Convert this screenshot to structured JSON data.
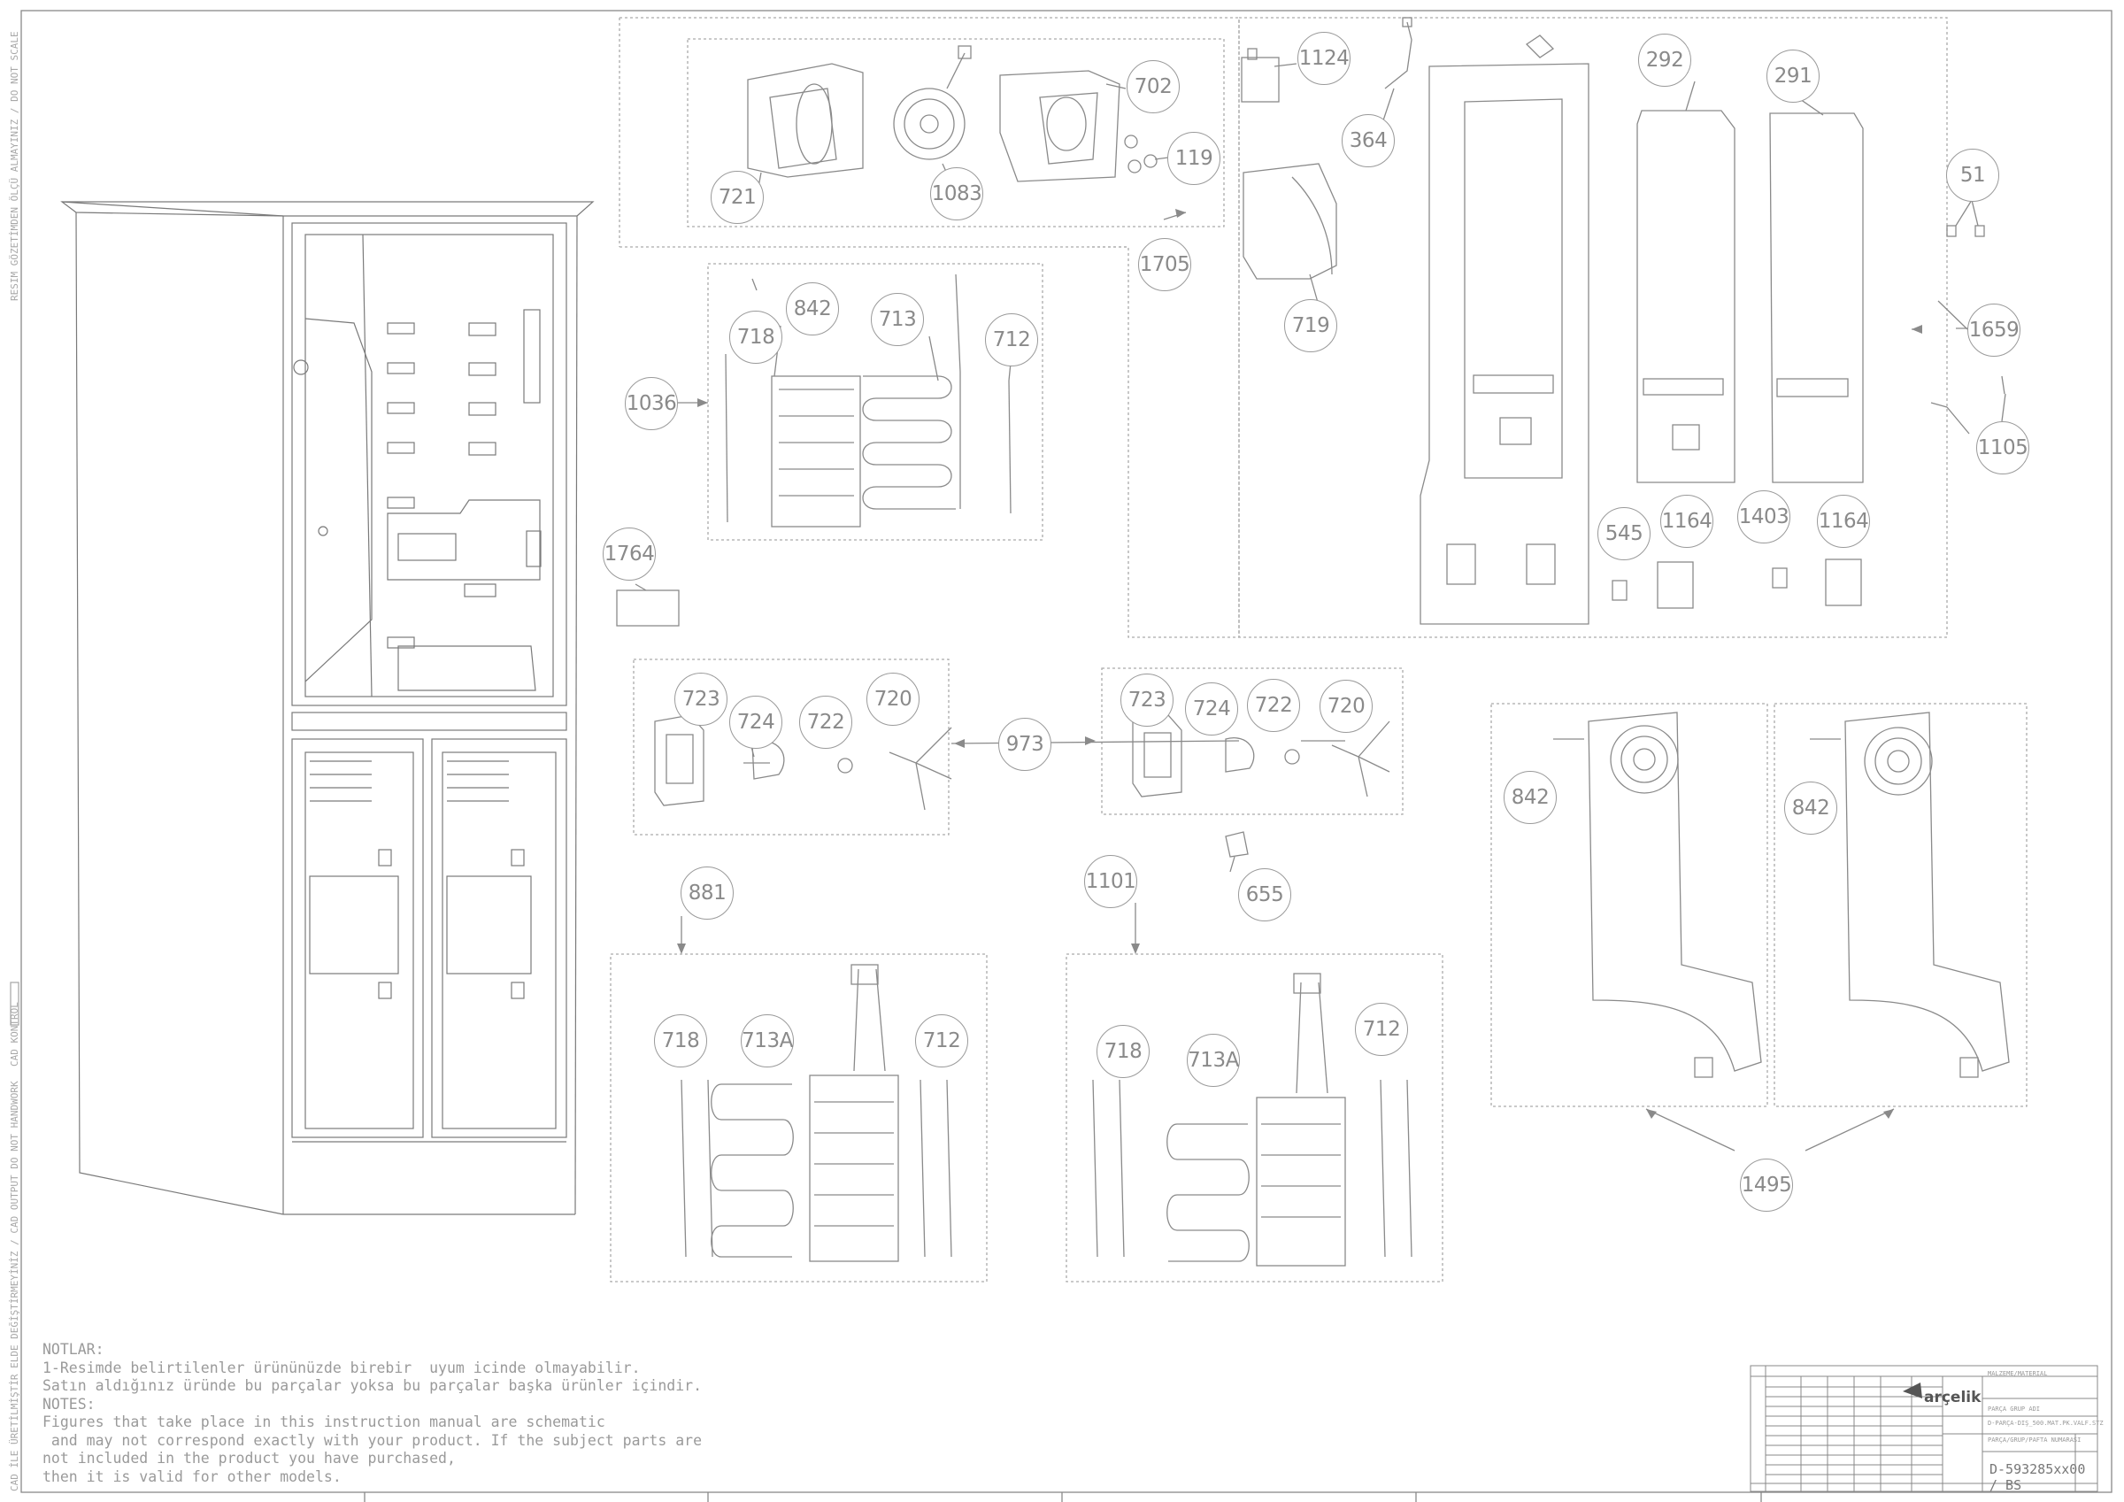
{
  "callouts": [
    {
      "id": "c721",
      "label": "721"
    },
    {
      "id": "c1083",
      "label": "1083"
    },
    {
      "id": "c702",
      "label": "702"
    },
    {
      "id": "c119",
      "label": "119"
    },
    {
      "id": "c1705",
      "label": "1705"
    },
    {
      "id": "c1124",
      "label": "1124"
    },
    {
      "id": "c364",
      "label": "364"
    },
    {
      "id": "c719",
      "label": "719"
    },
    {
      "id": "c292",
      "label": "292"
    },
    {
      "id": "c291",
      "label": "291"
    },
    {
      "id": "c51",
      "label": "51"
    },
    {
      "id": "c1659",
      "label": "1659"
    },
    {
      "id": "c1105",
      "label": "1105"
    },
    {
      "id": "c545",
      "label": "545"
    },
    {
      "id": "c1164a",
      "label": "1164"
    },
    {
      "id": "c1403",
      "label": "1403"
    },
    {
      "id": "c1164b",
      "label": "1164"
    },
    {
      "id": "c842a",
      "label": "842"
    },
    {
      "id": "c718a",
      "label": "718"
    },
    {
      "id": "c713",
      "label": "713"
    },
    {
      "id": "c712a",
      "label": "712"
    },
    {
      "id": "c1036",
      "label": "1036"
    },
    {
      "id": "c1764",
      "label": "1764"
    },
    {
      "id": "c723a",
      "label": "723"
    },
    {
      "id": "c724a",
      "label": "724"
    },
    {
      "id": "c722a",
      "label": "722"
    },
    {
      "id": "c720a",
      "label": "720"
    },
    {
      "id": "c973",
      "label": "973"
    },
    {
      "id": "c723b",
      "label": "723"
    },
    {
      "id": "c724b",
      "label": "724"
    },
    {
      "id": "c722b",
      "label": "722"
    },
    {
      "id": "c720b",
      "label": "720"
    },
    {
      "id": "c655",
      "label": "655"
    },
    {
      "id": "c881",
      "label": "881"
    },
    {
      "id": "c1101",
      "label": "1101"
    },
    {
      "id": "c718b",
      "label": "718"
    },
    {
      "id": "c713Aa",
      "label": "713A"
    },
    {
      "id": "c712b",
      "label": "712"
    },
    {
      "id": "c718c",
      "label": "718"
    },
    {
      "id": "c713Ab",
      "label": "713A"
    },
    {
      "id": "c712c",
      "label": "712"
    },
    {
      "id": "c842b",
      "label": "842"
    },
    {
      "id": "c842c",
      "label": "842"
    },
    {
      "id": "c1495",
      "label": "1495"
    }
  ],
  "notes": {
    "heading_tr": "NOTLAR:",
    "line1": "1-Resimde belirtilenler ürününüzde birebir  uyum icinde olmayabilir.",
    "line2": "Satın aldığınız üründe bu parçalar yoksa bu parçalar başka ürünler içindir.",
    "heading_en": "NOTES:",
    "line3": "Figures that take place in this instruction manual are schematic",
    "line4": " and may not correspond exactly with your product. If the subject parts are",
    "line5": "not included in the product you have purchased,",
    "line6": "then it is valid for other models."
  },
  "side_texts": {
    "top": "RESIM GÖZETİMDEN ÖLÇÜ ALMAYINIZ / DO NOT SCALE",
    "middle": "CAD KONTROL",
    "bottom": "CAD İLE ÜRETİLMİŞTİR ELDE DEĞİŞTİRMEYİNİZ / CAD OUTPUT DO NOT HANDWORK"
  },
  "title_block": {
    "brand": "arçelik",
    "material": "MALZEME/MATERIAL",
    "part_group": "PARÇA GRUP ADI",
    "description": "D-PARÇA-DIŞ_500.MAT.PK.VALF.STZ",
    "part_number_label": "PARÇA/GRUP/PAFTA NUMARASI",
    "document_number": "D-593285xx00 / BS"
  }
}
